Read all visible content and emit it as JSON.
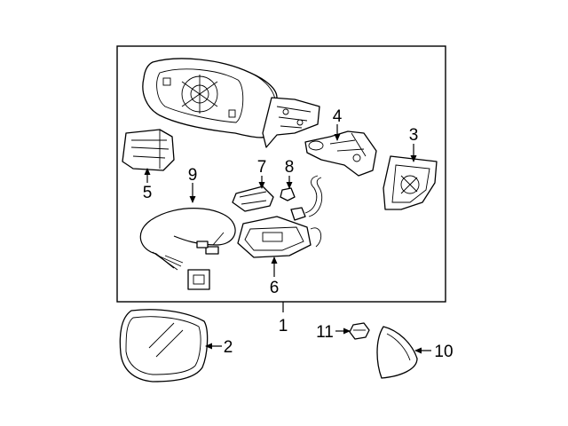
{
  "diagram": {
    "callouts": [
      {
        "id": "1",
        "label": "1"
      },
      {
        "id": "2",
        "label": "2"
      },
      {
        "id": "3",
        "label": "3"
      },
      {
        "id": "4",
        "label": "4"
      },
      {
        "id": "5",
        "label": "5"
      },
      {
        "id": "6",
        "label": "6"
      },
      {
        "id": "7",
        "label": "7"
      },
      {
        "id": "8",
        "label": "8"
      },
      {
        "id": "9",
        "label": "9"
      },
      {
        "id": "10",
        "label": "10"
      },
      {
        "id": "11",
        "label": "11"
      }
    ],
    "colors": {
      "line": "#000000",
      "background": "#ffffff"
    }
  }
}
